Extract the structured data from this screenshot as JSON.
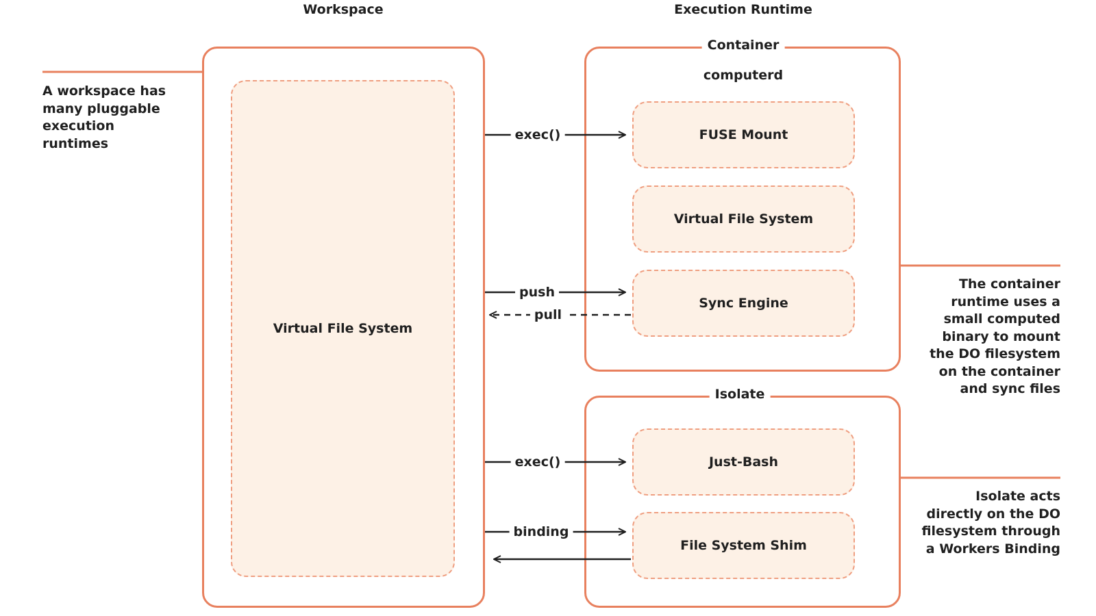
{
  "headers": {
    "workspace": "Workspace",
    "execution_runtime": "Execution Runtime"
  },
  "workspace": {
    "vfs_label": "Virtual File System"
  },
  "container": {
    "label": "Container",
    "binary_label": "computerd",
    "nodes": {
      "fuse_mount": "FUSE Mount",
      "vfs": "Virtual File System",
      "sync_engine": "Sync Engine"
    }
  },
  "isolate": {
    "label": "Isolate",
    "nodes": {
      "just_bash": "Just-Bash",
      "fs_shim": "File System Shim"
    }
  },
  "edges": {
    "exec_container": "exec()",
    "push": "push",
    "pull": "pull",
    "exec_isolate": "exec()",
    "binding": "binding"
  },
  "notes": {
    "workspace": "A workspace has\nmany pluggable\nexecution\nruntimes",
    "container": "The container\nruntime uses a\nsmall computed\nbinary to mount\nthe DO filesystem\non the container\nand sync files",
    "isolate": "Isolate acts\ndirectly on the DO\nfilesystem through\na Workers Binding"
  },
  "colors": {
    "frame_stroke": "#e8805e",
    "node_fill": "#fdf1e6",
    "node_stroke": "#ef9e80",
    "text": "#1f1f1f"
  }
}
